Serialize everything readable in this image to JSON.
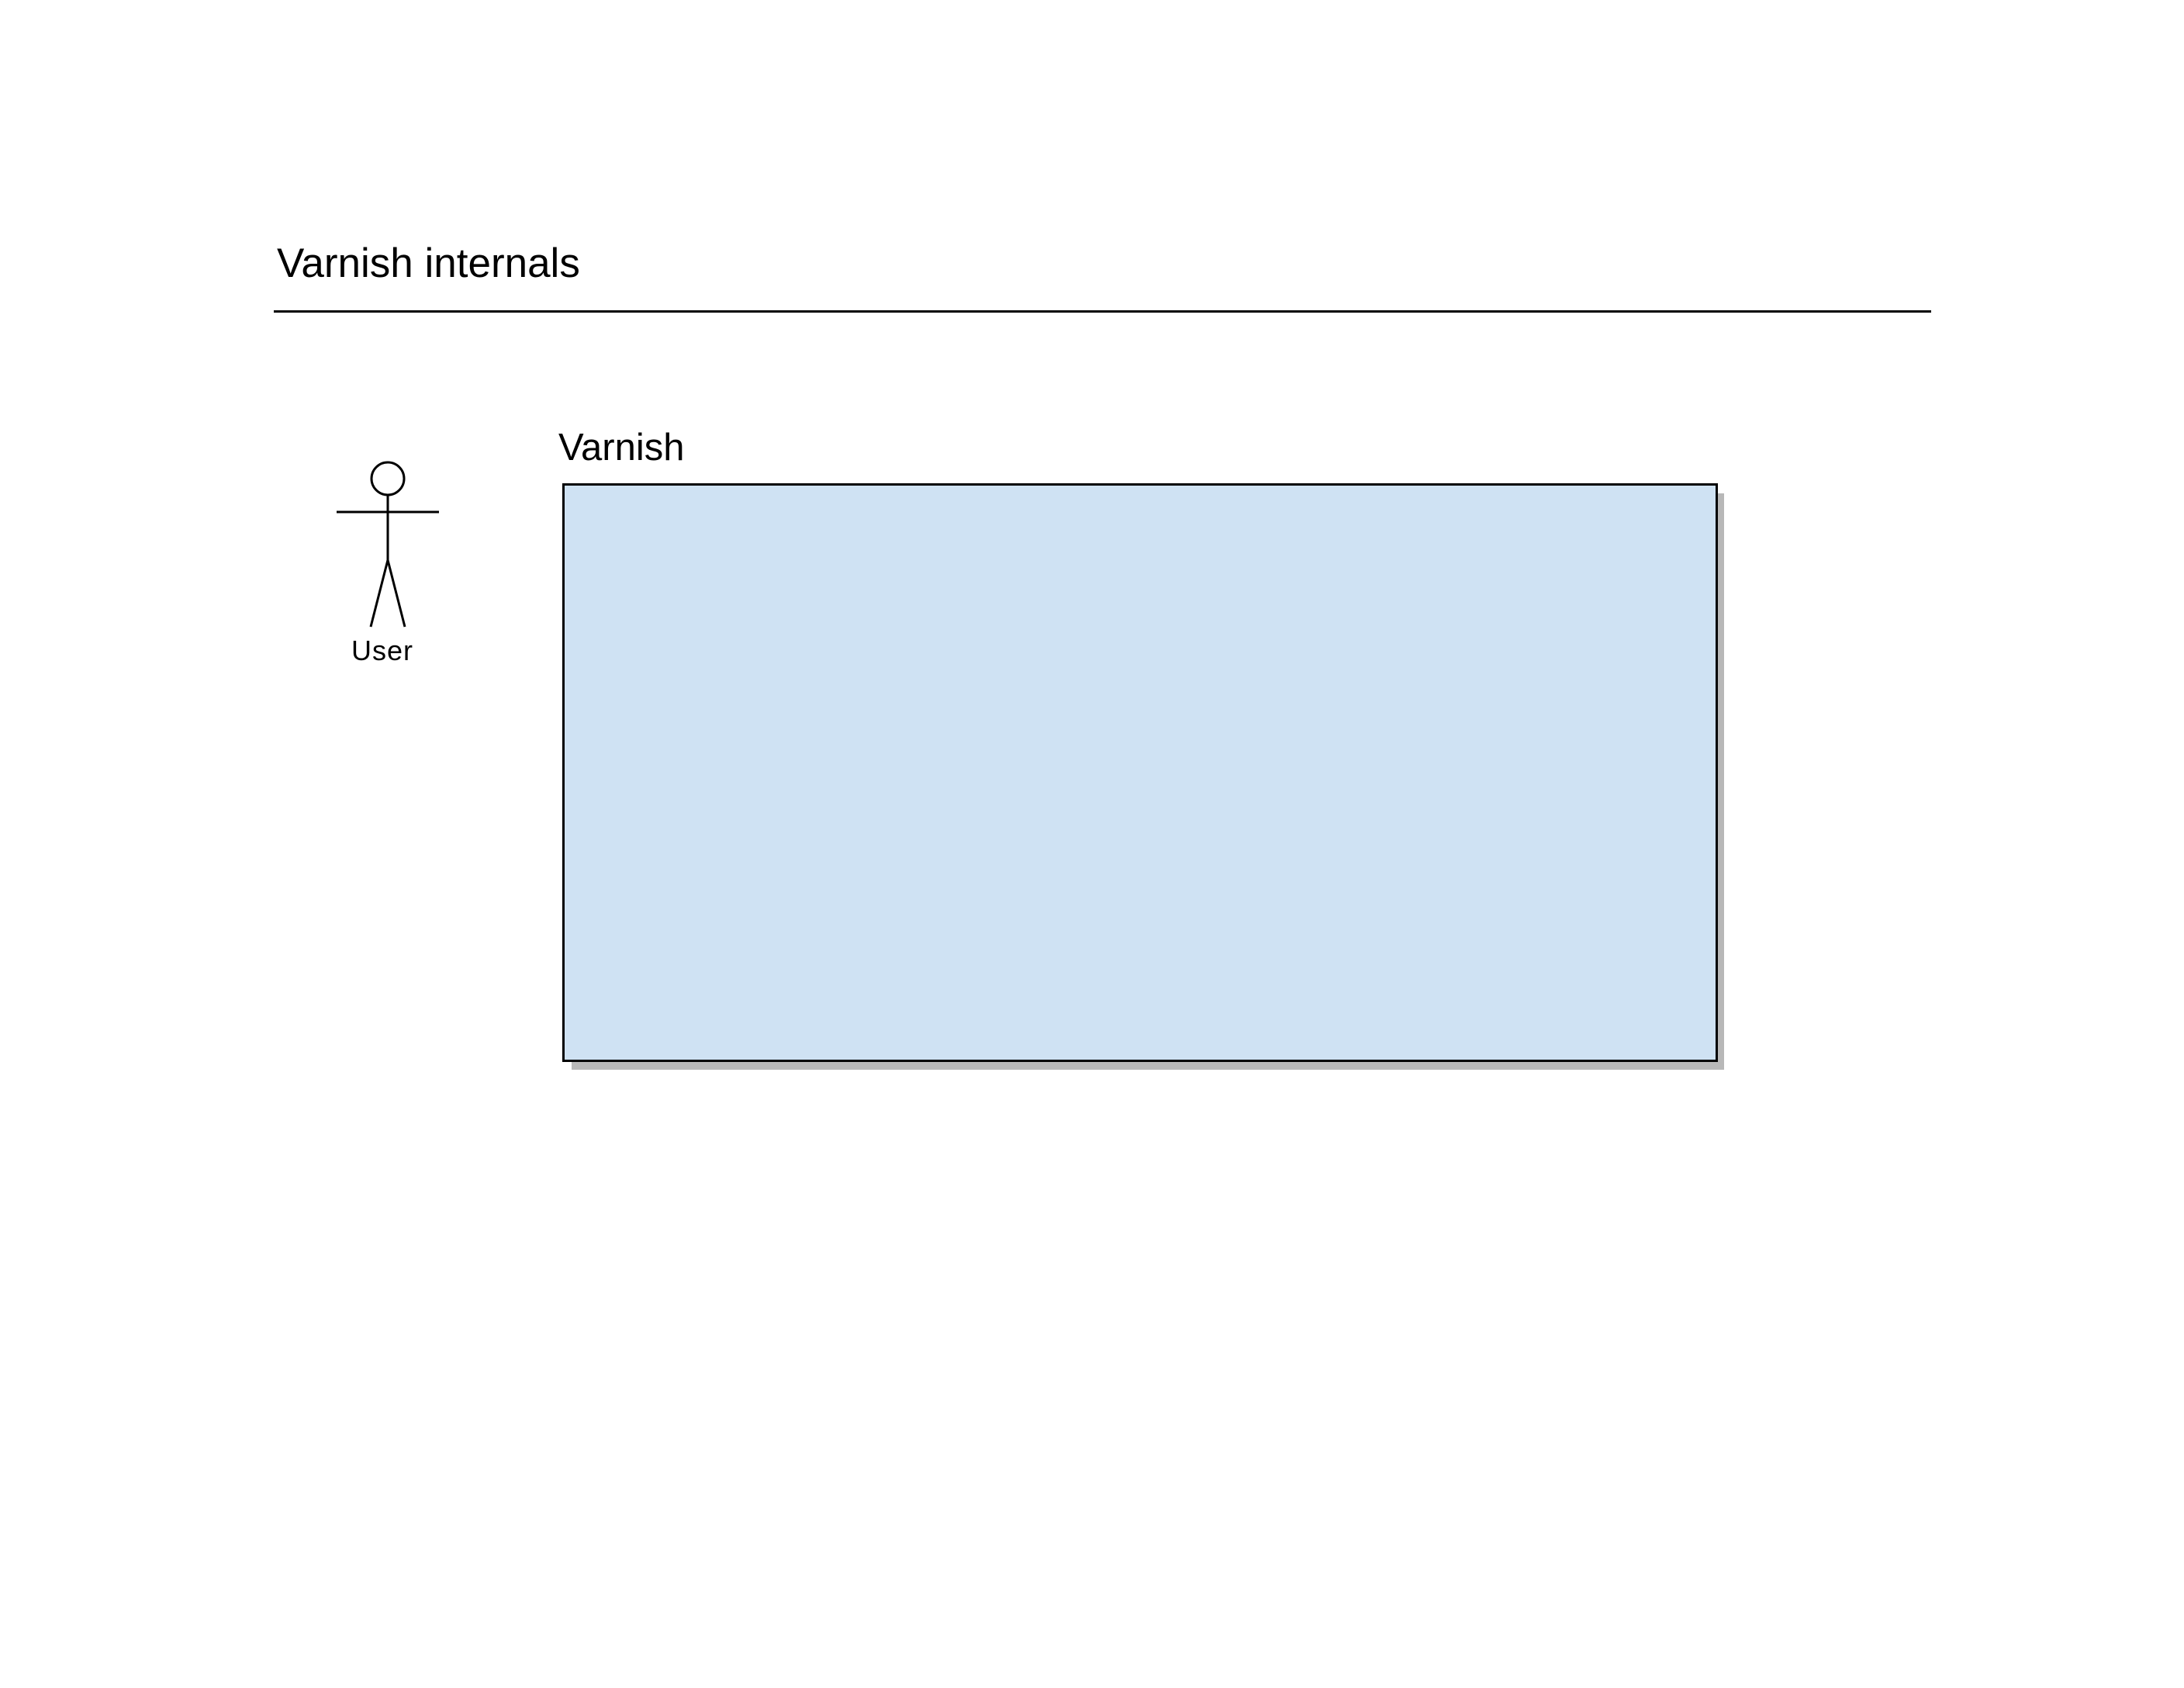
{
  "diagram": {
    "title": "Varnish internals",
    "actor": {
      "label": "User",
      "icon": "stick-figure-icon"
    },
    "system": {
      "label": "Varnish",
      "fill_color": "#cfe2f3",
      "border_color": "#000000",
      "shadow_color": "#b8b8b8"
    }
  }
}
